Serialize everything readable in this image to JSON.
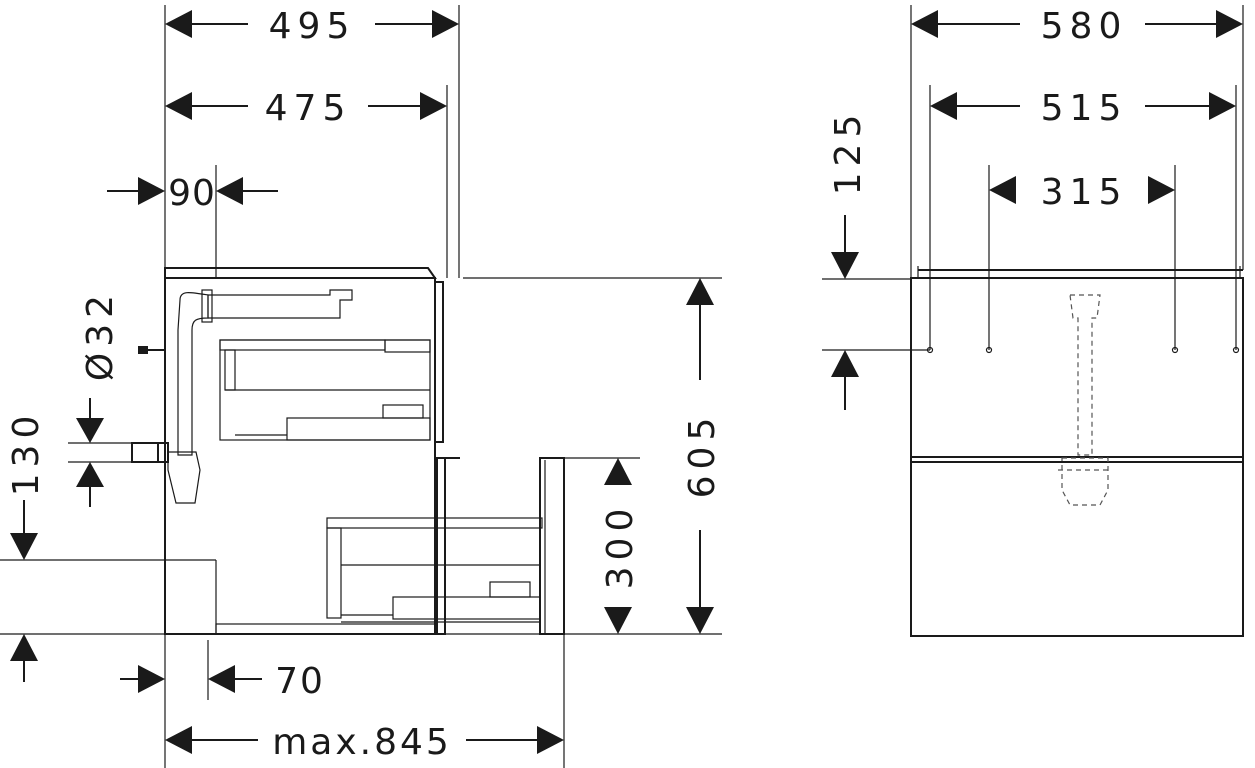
{
  "dimensions": {
    "width_495": "495",
    "width_475": "475",
    "offset_90": "90",
    "pipe_diameter": "Ø32",
    "height_130": "130",
    "height_605": "605",
    "height_300": "300",
    "offset_70": "70",
    "depth_max": "max.845",
    "width_580": "580",
    "width_515": "515",
    "width_315": "315",
    "height_125": "125"
  }
}
